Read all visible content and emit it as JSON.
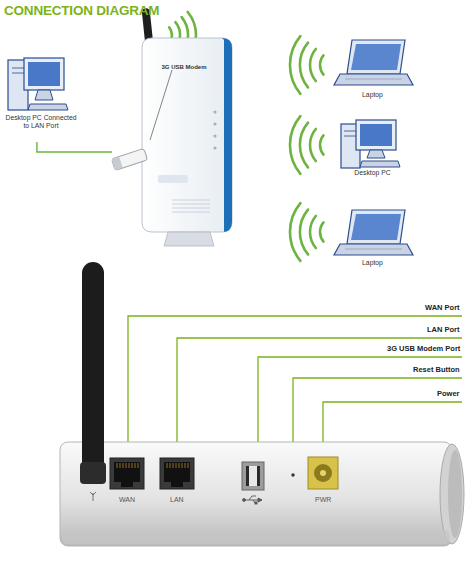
{
  "diagram": {
    "title": "CONNECTION DIAGRAM",
    "nodes": [
      {
        "text": [
          "Desktop PC Connected to LAN Port"
        ]
      },
      {
        "text": [
          "3G USB Modem"
        ]
      },
      {
        "text": [
          "Laptop"
        ]
      },
      {
        "text": [
          "Desktop PC"
        ]
      },
      {
        "text": [
          "Laptop"
        ]
      }
    ],
    "edges": [
      {
        "from": 0,
        "to": 1,
        "arrow": "none"
      }
    ],
    "labels": [
      "WAN Port",
      "LAN Port",
      "3G USB Modem Port",
      "Reset Button",
      "Power",
      "WAN",
      "LAN",
      "PWR"
    ]
  }
}
